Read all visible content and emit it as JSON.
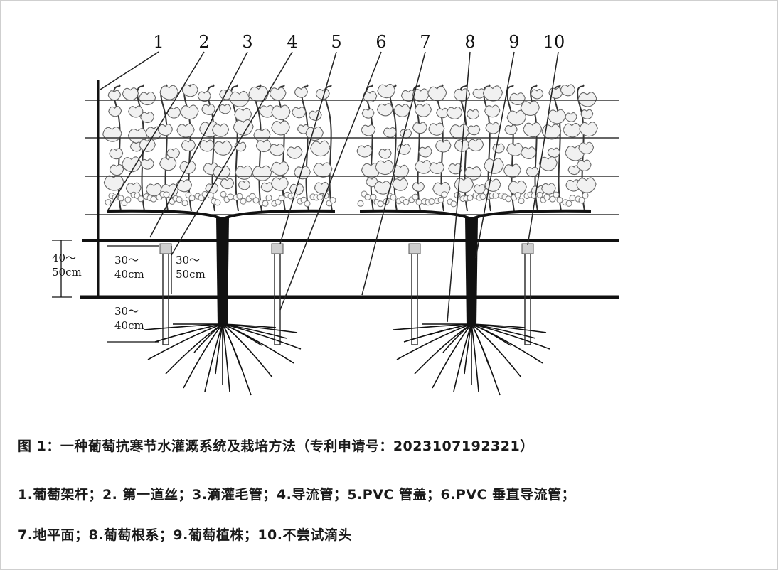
{
  "callouts": [
    "1",
    "2",
    "3",
    "4",
    "5",
    "6",
    "7",
    "8",
    "9",
    "10"
  ],
  "dimensions": {
    "left_outer": [
      "40～",
      "50cm"
    ],
    "upper_inner": [
      "30～",
      "40cm"
    ],
    "upper_middle": [
      "30～",
      "50cm"
    ],
    "lower_inner": [
      "30～",
      "40cm"
    ]
  },
  "caption": {
    "title": "图 1：一种葡萄抗寒节水灌溉系统及栽培方法（专利申请号：2023107192321）",
    "legend_line_1": "1.葡萄架杆；2. 第一道丝；3.滴灌毛管；4.导流管；5.PVC 管盖；6.PVC 垂直导流管；",
    "legend_line_2": "7.地平面；8.葡萄根系；9.葡萄植株；10.不尝试滴头"
  }
}
